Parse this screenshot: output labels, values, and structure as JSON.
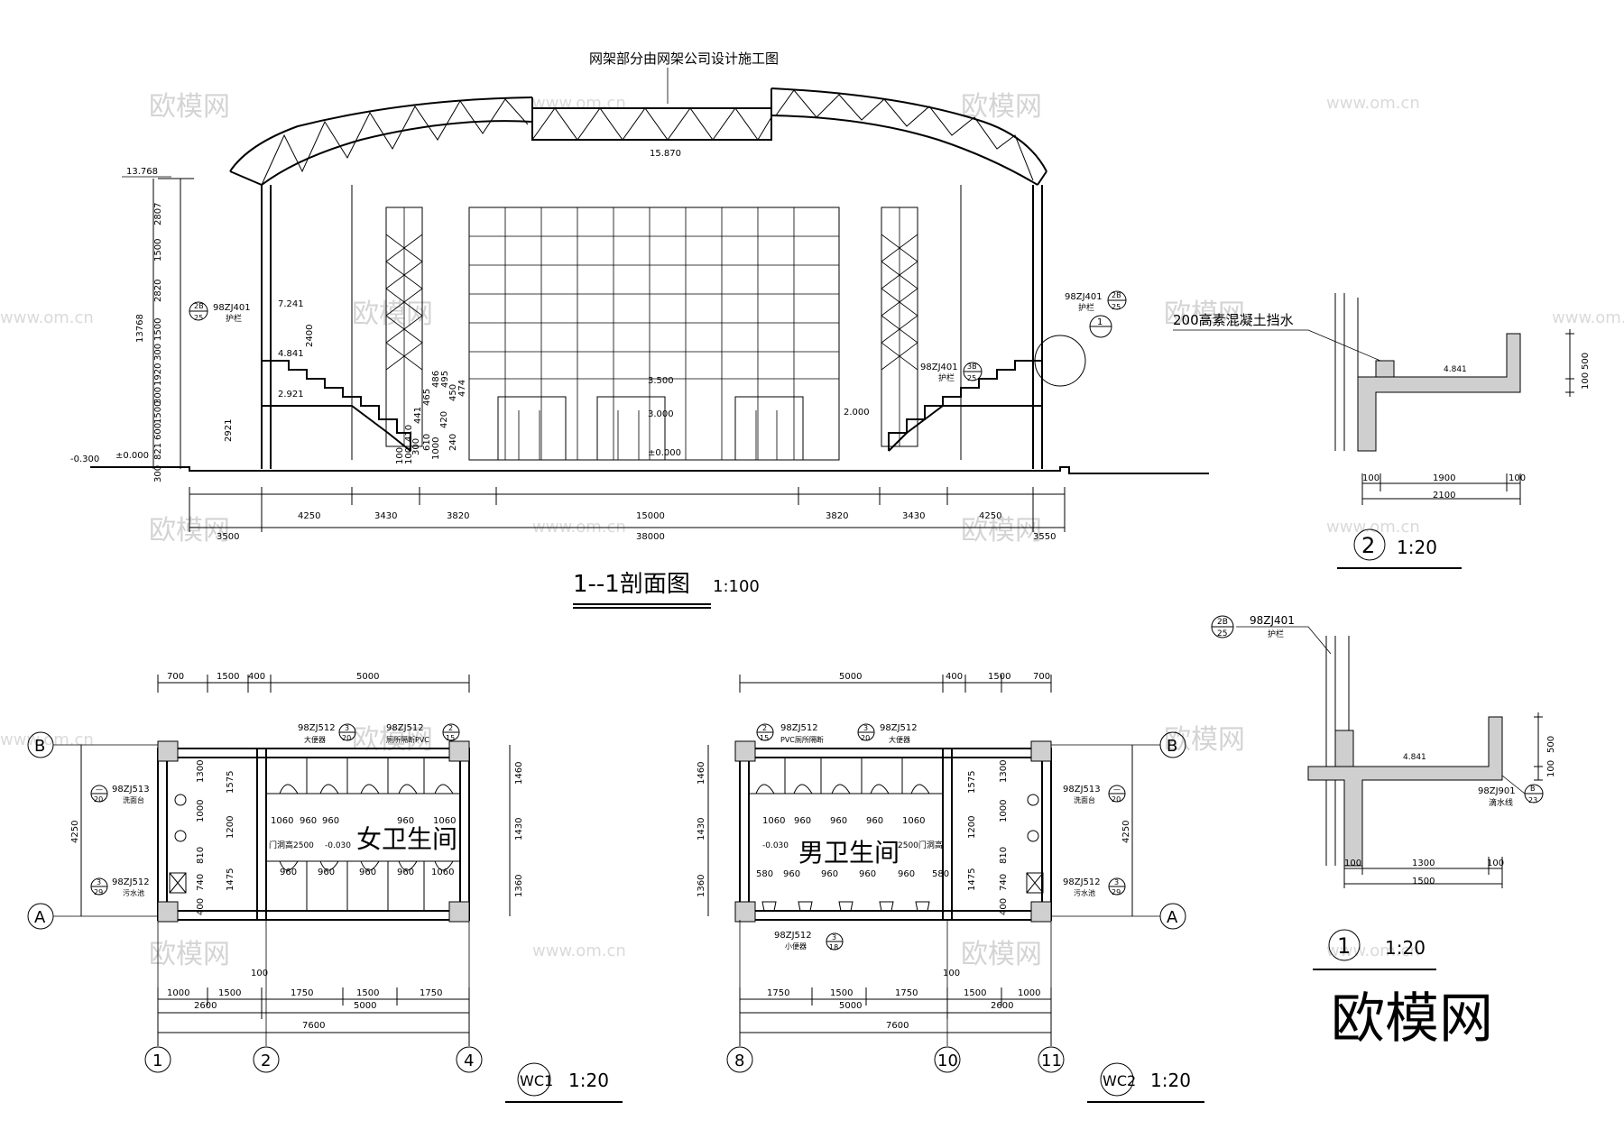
{
  "watermark": {
    "name": "欧模网",
    "url": "www.om.cn"
  },
  "section_1_1": {
    "title": "1--1剖面图",
    "scale": "1:100",
    "roof_note": "网架部分由网架公司设计施工图",
    "ridge_elev": "15.870",
    "top_elev": "13.768",
    "elevations": [
      "7.241",
      "4.841",
      "2.921",
      "3.500",
      "3.000",
      "2.000",
      "±0.000",
      "±0.000",
      "-0.300"
    ],
    "left_vertical_dims": [
      "2807",
      "1500",
      "2820",
      "1500",
      "300",
      "1920",
      "300",
      "1500",
      "600",
      "821",
      "300"
    ],
    "total_height": "13768",
    "dim_2400": "2400",
    "dim_2921": "2921",
    "stair_dims": [
      "495",
      "486",
      "465",
      "450",
      "441",
      "420",
      "474",
      "410",
      "300",
      "1000",
      "610",
      "240",
      "100",
      "100"
    ],
    "ref_left": {
      "code": "98ZJ401",
      "num": "2B",
      "sheet": "25",
      "note": "护栏"
    },
    "ref_right": {
      "code": "98ZJ401",
      "num": "2B",
      "sheet": "25",
      "note": "护栏"
    },
    "ref_stair": {
      "code": "98ZJ401",
      "num": "3B",
      "sheet": "25",
      "note": "护栏"
    },
    "detail_bubble": "1",
    "bottom_dims_row1": [
      "4250",
      "3430",
      "3820",
      "15000",
      "3820",
      "3430",
      "4250"
    ],
    "bottom_dims_row2": [
      "3500",
      "38000",
      "3550"
    ]
  },
  "detail_2": {
    "label": "200高素混凝土挡水",
    "bubble": "2",
    "scale": "1:20",
    "elev": "4.841",
    "dims": [
      "100",
      "1900",
      "100",
      "2100",
      "500",
      "100"
    ]
  },
  "detail_1": {
    "bubble": "1",
    "scale": "1:20",
    "elev": "4.841",
    "ref_top": {
      "code": "98ZJ401",
      "num": "2B",
      "sheet": "25",
      "note": "护栏"
    },
    "ref_bottom": {
      "code": "98ZJ901",
      "num": "B",
      "sheet": "23",
      "note": "滴水线"
    },
    "dims": [
      "100",
      "1300",
      "100",
      "1500",
      "500",
      "100"
    ]
  },
  "wc1": {
    "room": "女卫生间",
    "tag": "WC1",
    "scale": "1:20",
    "top_dims": [
      "700",
      "1500",
      "400",
      "5000"
    ],
    "bottom_dims_row1": [
      "1000",
      "1500",
      "1750",
      "1500",
      "1750"
    ],
    "bottom_dims_row2": [
      "2600",
      "5000"
    ],
    "total": "7600",
    "dim_100": "100",
    "axes": [
      "1",
      "2",
      "4"
    ],
    "row_axes": [
      "B",
      "A"
    ],
    "left_dim": "4250",
    "right_dims": [
      "1460",
      "1430",
      "1360"
    ],
    "inner_vert": [
      "1300",
      "1575",
      "1000",
      "1200",
      "810",
      "740",
      "1475",
      "400"
    ],
    "stall_dims_top": [
      "1060",
      "960",
      "960",
      "960",
      "1060"
    ],
    "stall_dims_bot": [
      "960",
      "960",
      "960",
      "960",
      "1060"
    ],
    "door_note": "门洞高2500",
    "floor_elev": "-0.030",
    "refs": [
      {
        "code": "98ZJ512",
        "num": "3",
        "sheet": "20",
        "note": "大便器"
      },
      {
        "code": "98ZJ512",
        "num": "2",
        "sheet": "15",
        "note": "厕所隔断PVC"
      },
      {
        "code": "98ZJ513",
        "num": "—",
        "sheet": "20",
        "note": "洗面台"
      },
      {
        "code": "98ZJ512",
        "num": "3",
        "sheet": "29",
        "note": "污水池"
      }
    ]
  },
  "wc2": {
    "room": "男卫生间",
    "tag": "WC2",
    "scale": "1:20",
    "top_dims": [
      "5000",
      "400",
      "1500",
      "700"
    ],
    "bottom_dims_row1": [
      "1750",
      "1500",
      "1750",
      "1500",
      "1000"
    ],
    "bottom_dims_row2": [
      "5000",
      "2600"
    ],
    "total": "7600",
    "dim_100": "100",
    "axes": [
      "8",
      "10",
      "11"
    ],
    "row_axes": [
      "B",
      "A"
    ],
    "right_dim": "4250",
    "left_dims": [
      "1460",
      "1430",
      "1360"
    ],
    "inner_vert": [
      "1575",
      "1300",
      "1000",
      "1200",
      "810",
      "740",
      "1475",
      "400"
    ],
    "stall_dims_top": [
      "1060",
      "960",
      "960",
      "960",
      "1060"
    ],
    "urinal_dims": [
      "580",
      "960",
      "960",
      "960",
      "960",
      "580"
    ],
    "door_note": "2500门洞高",
    "floor_elev": "-0.030",
    "refs": [
      {
        "code": "98ZJ512",
        "num": "2",
        "sheet": "15",
        "note": "PVC厕所隔断"
      },
      {
        "code": "98ZJ512",
        "num": "3",
        "sheet": "20",
        "note": "大便器"
      },
      {
        "code": "98ZJ513",
        "num": "—",
        "sheet": "20",
        "note": "洗面台"
      },
      {
        "code": "98ZJ512",
        "num": "3",
        "sheet": "29",
        "note": "污水池"
      },
      {
        "code": "98ZJ512",
        "num": "3",
        "sheet": "18",
        "note": "小便器"
      }
    ]
  },
  "logo": "欧模网"
}
